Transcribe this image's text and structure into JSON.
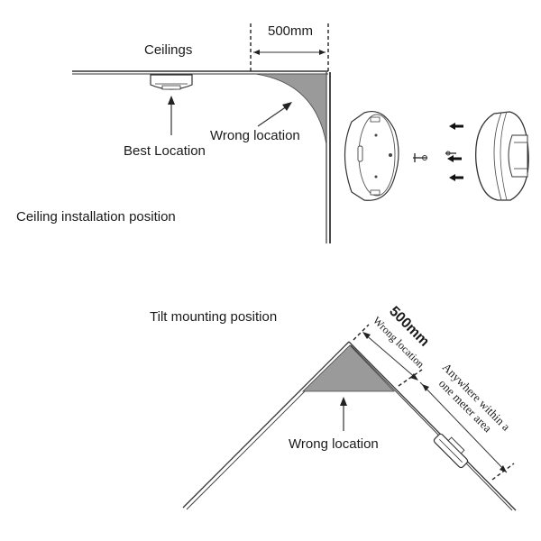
{
  "ceiling": {
    "heading": "Ceilings",
    "distance_label": "500mm",
    "best_location_label": "Best Location",
    "wrong_location_label": "Wrong location",
    "caption": "Ceiling installation position"
  },
  "tilt": {
    "caption": "Tilt mounting position",
    "distance_label": "500mm",
    "wrong_location_slope_label": "Wrong location",
    "wrong_location_label": "Wrong location",
    "anywhere_line1": "Anywhere within a",
    "anywhere_line2": "one meter area"
  }
}
